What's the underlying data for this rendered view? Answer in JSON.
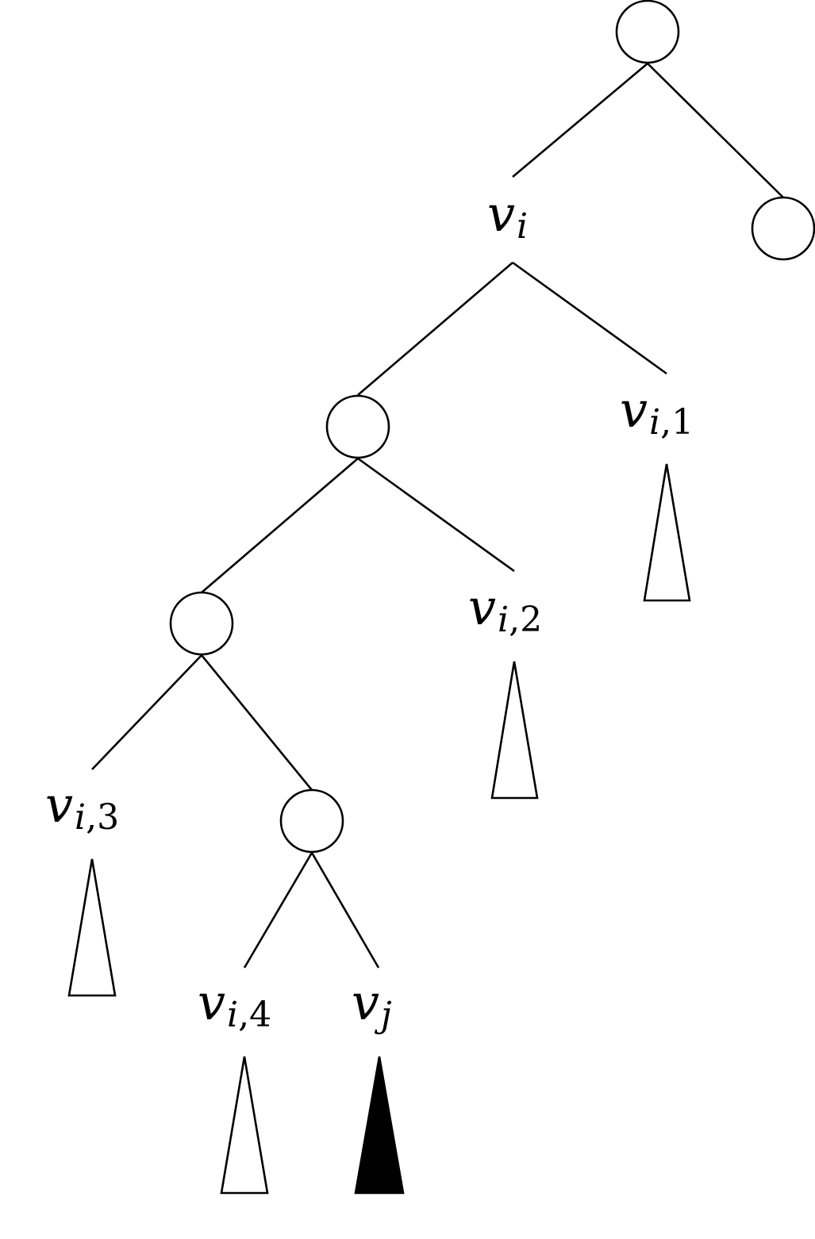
{
  "labels": {
    "v_i": {
      "base": "v",
      "sub": "i"
    },
    "v_i_1": {
      "base": "v",
      "sub": "i",
      "sub_suffix": ",1"
    },
    "v_i_2": {
      "base": "v",
      "sub": "i",
      "sub_suffix": ",2"
    },
    "v_i_3": {
      "base": "v",
      "sub": "i",
      "sub_suffix": ",3"
    },
    "v_i_4": {
      "base": "v",
      "sub": "i",
      "sub_suffix": ",4"
    },
    "v_j": {
      "base": "v",
      "sub": "j"
    }
  },
  "colors": {
    "stroke": "#000000",
    "background": "#ffffff",
    "filled_subtree": "#000000"
  }
}
